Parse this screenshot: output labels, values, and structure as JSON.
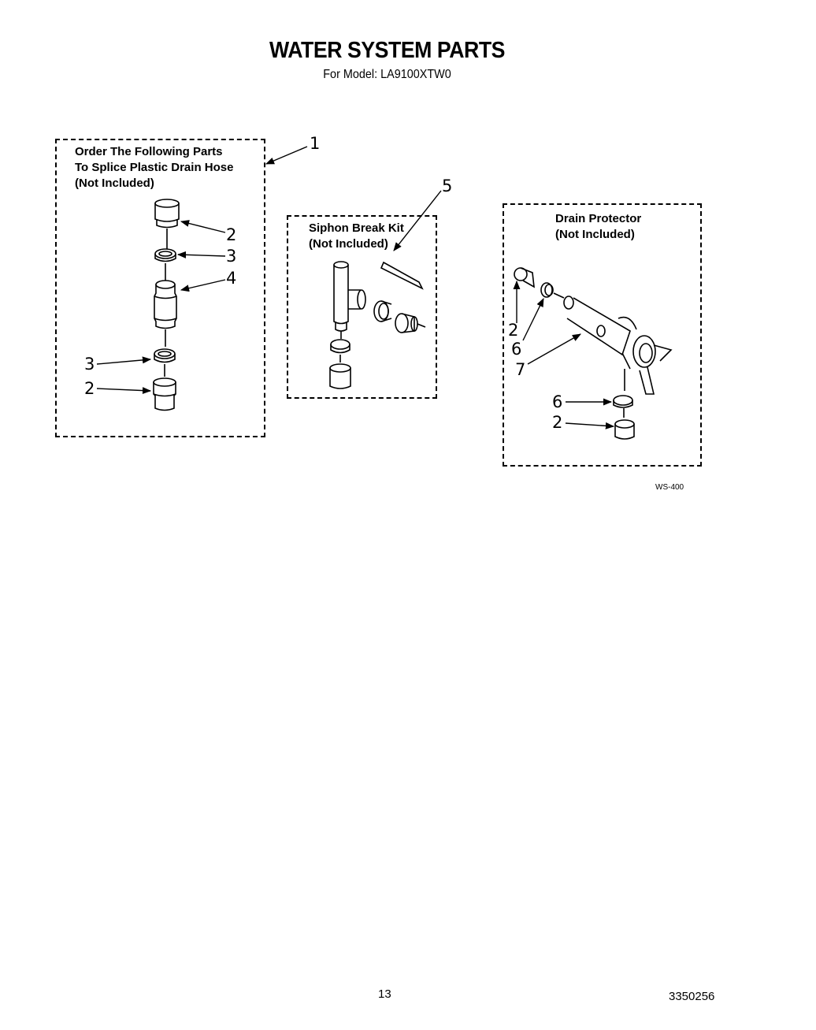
{
  "header": {
    "title": "WATER SYSTEM PARTS",
    "subtitle": "For Model: LA9100XTW0"
  },
  "boxes": {
    "splice": {
      "line1": "Order The Following Parts",
      "line2": "To Splice Plastic Drain Hose",
      "line3": "(Not Included)"
    },
    "siphon": {
      "line1": "Siphon Break Kit",
      "line2": "(Not Included)"
    },
    "drain": {
      "line1": "Drain Protector",
      "line2": "(Not Included)"
    }
  },
  "callouts": {
    "c1": "1",
    "c2a": "2",
    "c3a": "3",
    "c4": "4",
    "c3b": "3",
    "c2b": "2",
    "c5": "5",
    "c2c": "2",
    "c6a": "6",
    "c7": "7",
    "c6b": "6",
    "c2d": "2"
  },
  "figure_code": "WS-400",
  "footer": {
    "page_number": "13",
    "doc_number": "3350256"
  }
}
